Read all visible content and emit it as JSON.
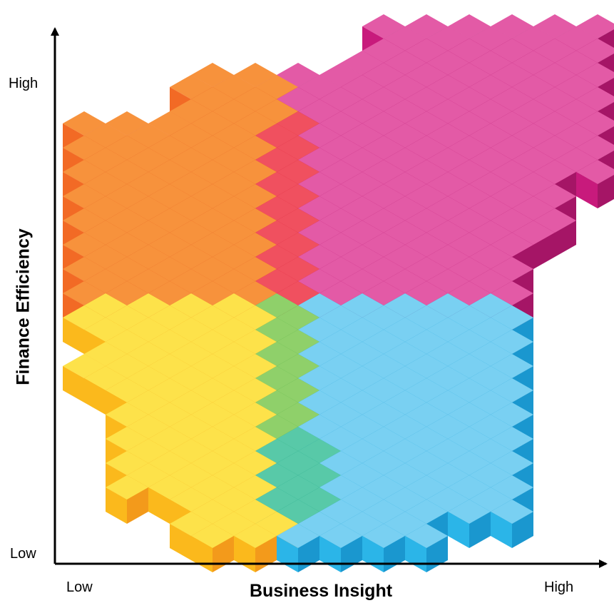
{
  "x_axis": {
    "title": "Business Insight",
    "low_label": "Low",
    "high_label": "High"
  },
  "y_axis": {
    "title": "Finance Efficiency",
    "low_label": "Low",
    "high_label": "High"
  },
  "quadrants": [
    {
      "position": "top-left",
      "color": "#f26a25",
      "shade": "#d84e1e",
      "light": "#f7923c"
    },
    {
      "position": "top-right",
      "color": "#c81a7c",
      "shade": "#a51566",
      "light": "#e35aa6"
    },
    {
      "position": "bottom-left",
      "color": "#fbb91c",
      "shade": "#f39a1b",
      "light": "#fde24a"
    },
    {
      "position": "bottom-right",
      "color": "#2bb5e8",
      "shade": "#1a97cf",
      "light": "#79d0f2"
    }
  ],
  "blend_colors": {
    "center-top": "#e8243c",
    "center-green": "#5dbb46",
    "center-teal": "#1bb08f"
  }
}
